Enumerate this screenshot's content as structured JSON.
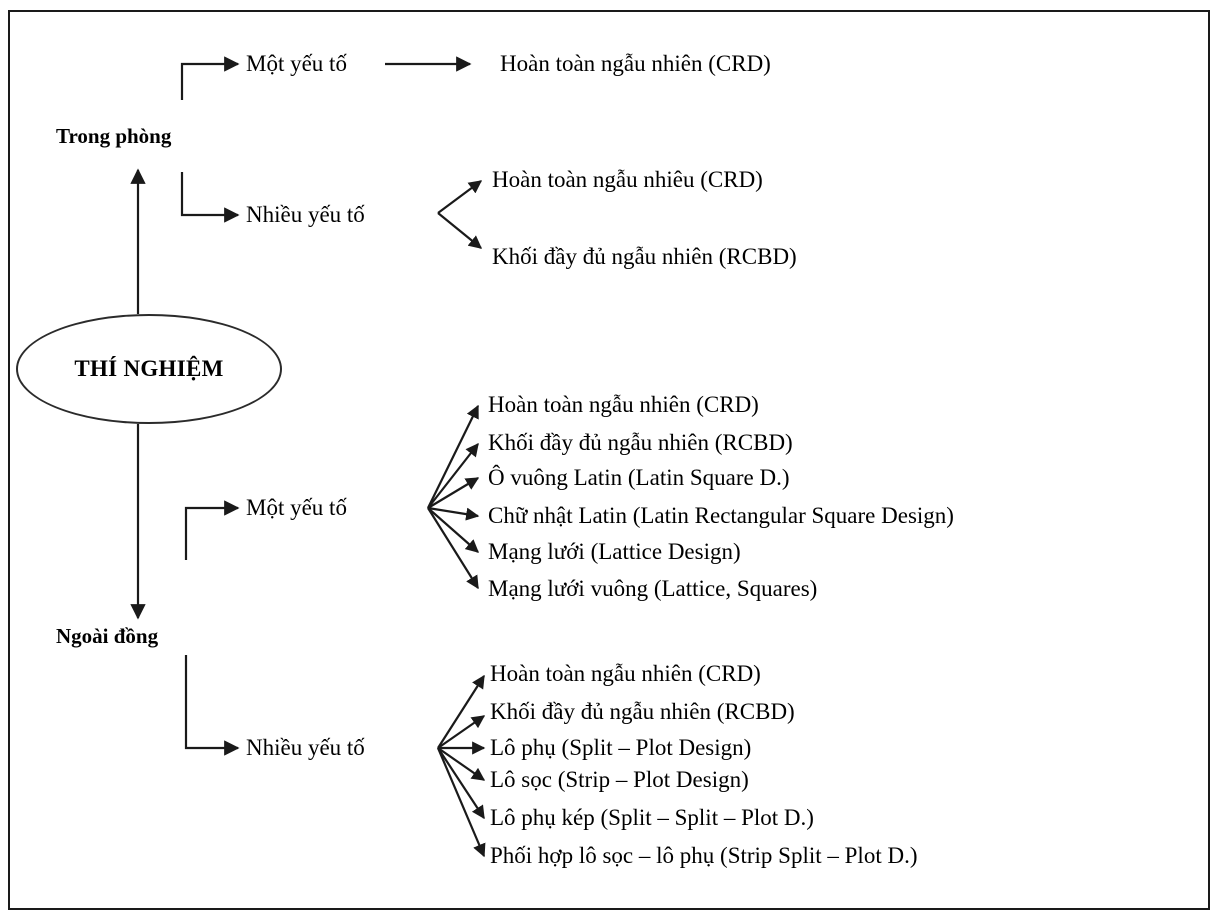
{
  "diagram": {
    "type": "tree-flowchart",
    "language": "vi",
    "root": {
      "label": "THÍ NGHIỆM",
      "shape": "ellipse"
    },
    "branches": [
      {
        "id": "trong-phong",
        "label": "Trong phòng",
        "groups": [
          {
            "id": "trong-phong-mot-yeu-to",
            "label": "Một yếu tố",
            "leaves": [
              "Hoàn toàn ngẫu nhiên (CRD)"
            ]
          },
          {
            "id": "trong-phong-nhieu-yeu-to",
            "label": "Nhiều yếu tố",
            "leaves": [
              "Hoàn toàn ngẫu nhiêu (CRD)",
              "Khối đầy đủ ngẫu nhiên (RCBD)"
            ]
          }
        ]
      },
      {
        "id": "ngoai-dong",
        "label": "Ngoài đồng",
        "groups": [
          {
            "id": "ngoai-dong-mot-yeu-to",
            "label": "Một yếu tố",
            "leaves": [
              "Hoàn toàn ngẫu nhiên (CRD)",
              "Khối đầy đủ ngẫu nhiên (RCBD)",
              "Ô vuông Latin (Latin Square D.)",
              "Chữ nhật Latin (Latin Rectangular Square Design)",
              "Mạng lưới (Lattice Design)",
              "Mạng lưới vuông (Lattice, Squares)"
            ]
          },
          {
            "id": "ngoai-dong-nhieu-yeu-to",
            "label": "Nhiều yếu tố",
            "leaves": [
              "Hoàn toàn ngẫu nhiên (CRD)",
              "Khối đầy đủ ngẫu nhiên (RCBD)",
              "Lô phụ (Split – Plot Design)",
              "Lô sọc (Strip – Plot Design)",
              "Lô phụ kép (Split – Split – Plot D.)",
              "Phối hợp lô sọc – lô phụ (Strip Split – Plot D.)"
            ]
          }
        ]
      }
    ],
    "colors": {
      "stroke": "#1a1a1a",
      "ellipse_stroke": "#2b2b2b",
      "text": "#000000",
      "background": "#ffffff"
    }
  }
}
